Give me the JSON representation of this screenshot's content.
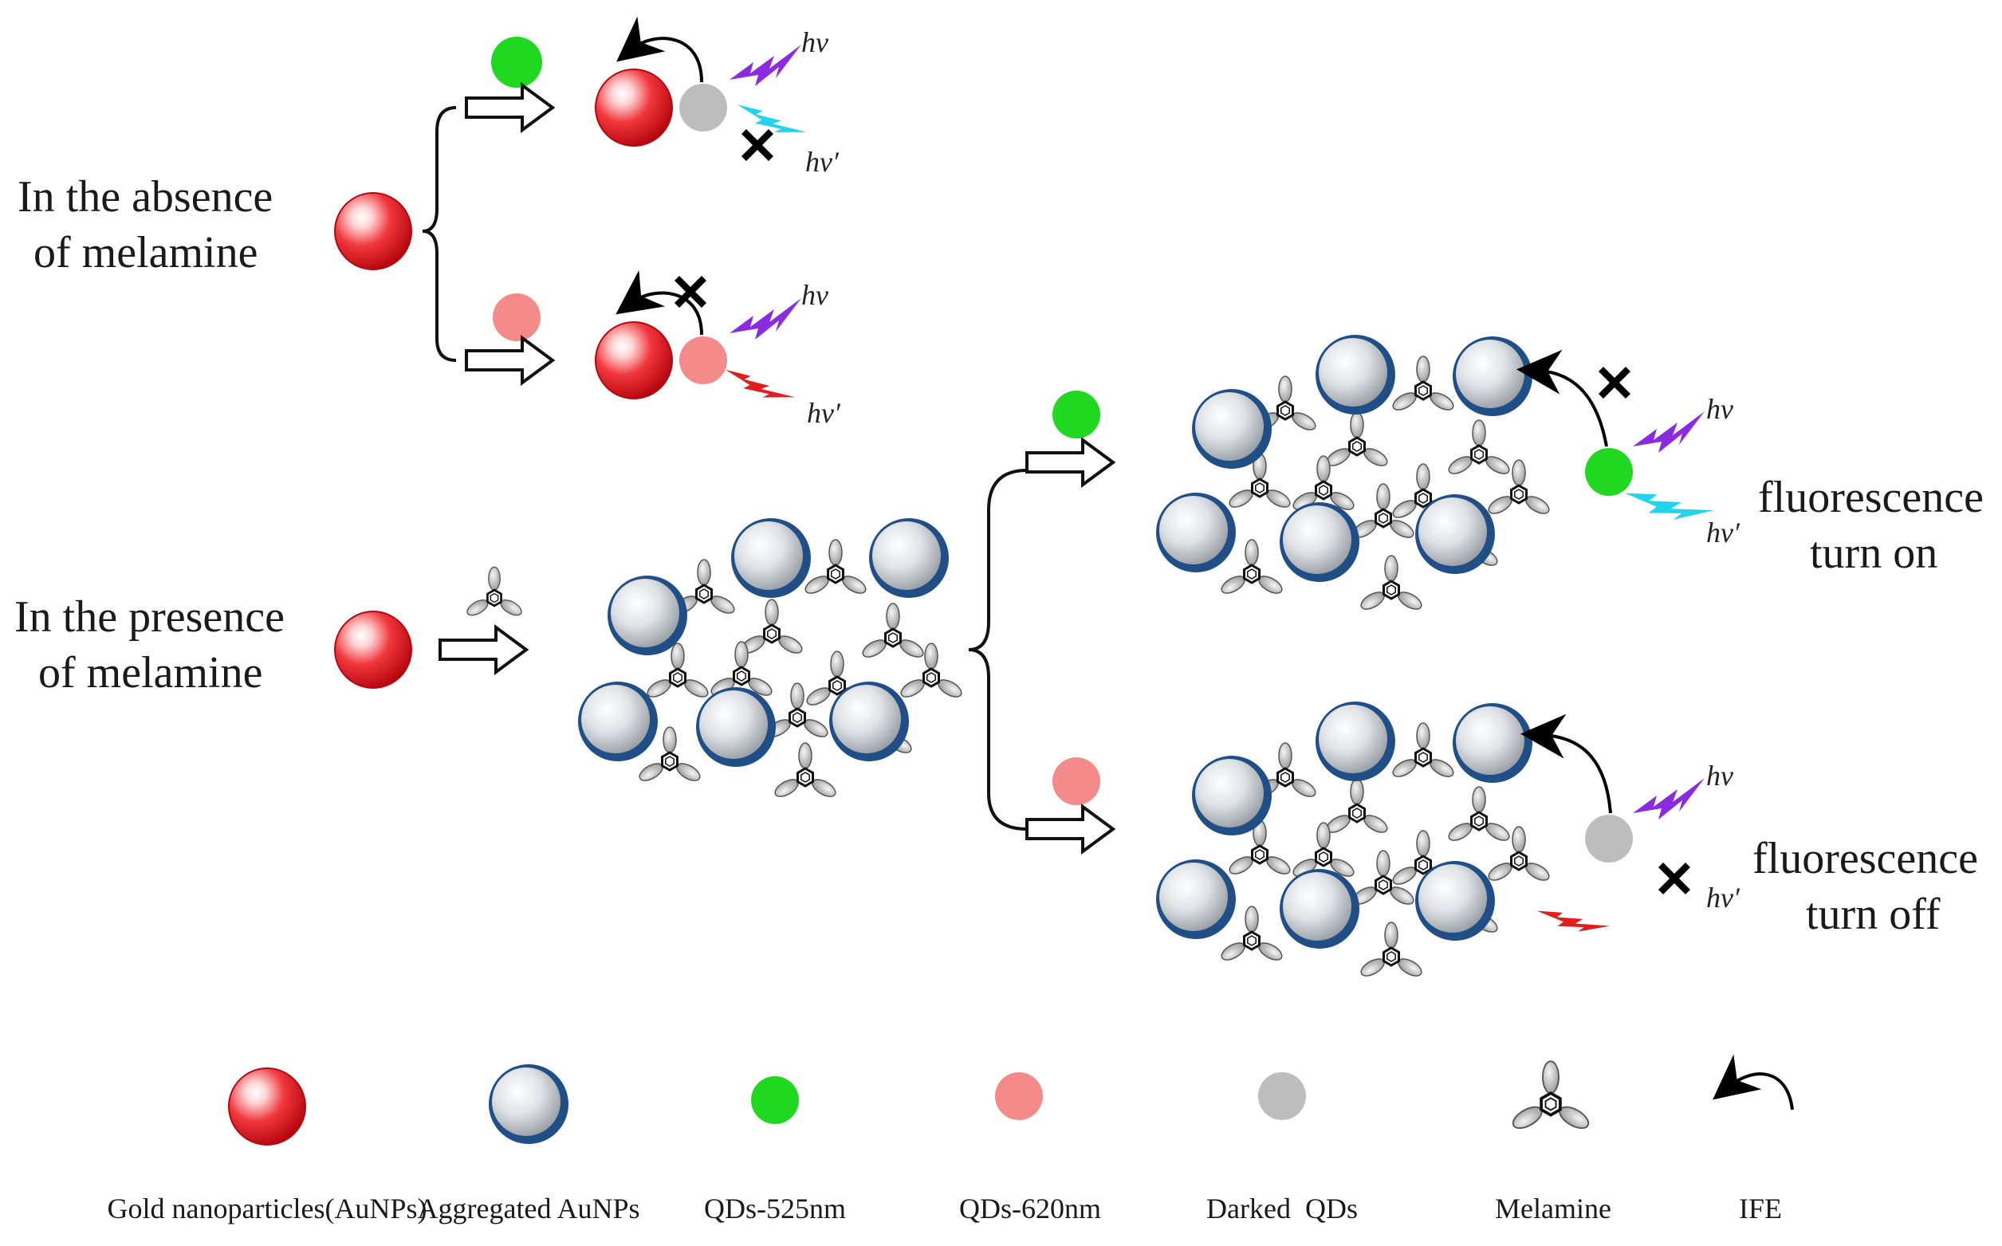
{
  "conditions": {
    "absence": [
      "In the absence",
      "of melamine"
    ],
    "presence": [
      "In the presence",
      "of melamine"
    ]
  },
  "photon": {
    "excite": "hv",
    "emit": "hv′"
  },
  "results": {
    "on": [
      "fluorescence",
      "turn on"
    ],
    "off": [
      "fluorescence",
      "turn off"
    ]
  },
  "legend": [
    {
      "key": "aunp",
      "label": "Gold nanoparticles(AuNPs)"
    },
    {
      "key": "agg",
      "label": "Aggregated AuNPs"
    },
    {
      "key": "qd525",
      "label": "QDs-525nm"
    },
    {
      "key": "qd620",
      "label": "QDs-620nm"
    },
    {
      "key": "dark",
      "label": "Darked  QDs"
    },
    {
      "key": "melamine",
      "label": "Melamine"
    },
    {
      "key": "ife",
      "label": "IFE"
    }
  ],
  "colors": {
    "aunp": "#e8121b",
    "agg_rim": "#1f4f86",
    "agg_core": "#d9dde2",
    "qd525": "#1fd81f",
    "qd620": "#f58a8a",
    "dark": "#bdbdbd",
    "excite_bolt": "#8a2be2",
    "emit_green_bolt": "#22d3ee",
    "emit_red_bolt": "#e11d1d"
  }
}
